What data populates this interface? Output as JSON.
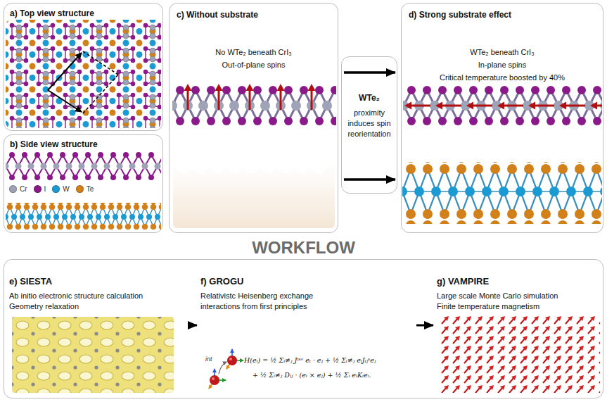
{
  "diagram": {
    "nodes": [
      {
        "text": [
          "a) Top view structure"
        ]
      },
      {
        "text": [
          "b) Side view structure"
        ]
      },
      {
        "text": [
          "c) Without substrate",
          "No WTe₂ beneath CrI₃",
          "Out-of-plane spins"
        ]
      },
      {
        "text": [
          "WTe₂",
          "proximity induces spin reorientation"
        ]
      },
      {
        "text": [
          "d) Strong substrate effect",
          "WTe₂ beneath CrI₃",
          "In-plane spins",
          "Critical temperature boosted by 40%"
        ]
      },
      {
        "text": [
          "WORKFLOW"
        ]
      },
      {
        "text": [
          "e) SIESTA",
          "Ab initio electronic structure calculation",
          "Geometry relaxation"
        ],
        "in": 5
      },
      {
        "text": [
          "f) GROGU",
          "Relativistc Heisenberg exchange interactions from first principles",
          "H(eᵢ) = ½ Σᵢ≠ⱼ Jⁱˢᵒ eᵢ · eⱼ + ½ Σᵢ≠ⱼ eᵢJᵢⱼˢeⱼ",
          "+ ½ Σᵢ≠ⱼ Dᵢⱼ · (eᵢ × eⱼ) + ½ Σᵢ eᵢKᵢeᵢ."
        ],
        "in": 5
      },
      {
        "text": [
          "g) VAMPIRE",
          "Large scale Monte Carlo simulation",
          "Finite temperature magnetism"
        ],
        "in": 5
      }
    ],
    "edges": [
      {
        "from": 2,
        "to": 4,
        "arrow": "to"
      },
      {
        "from": 2,
        "to": 4,
        "arrow": "to"
      },
      {
        "from": 6,
        "to": 7,
        "arrow": "to"
      },
      {
        "from": 7,
        "to": 8,
        "arrow": "to"
      }
    ],
    "labels": [
      "int"
    ],
    "legend": [
      {
        "text": "Cr",
        "color": "#9ea3b8"
      },
      {
        "text": "I",
        "color": "#8a1a8a"
      },
      {
        "text": "W",
        "color": "#1c9bd3"
      },
      {
        "text": "Te",
        "color": "#d2801a"
      }
    ]
  }
}
